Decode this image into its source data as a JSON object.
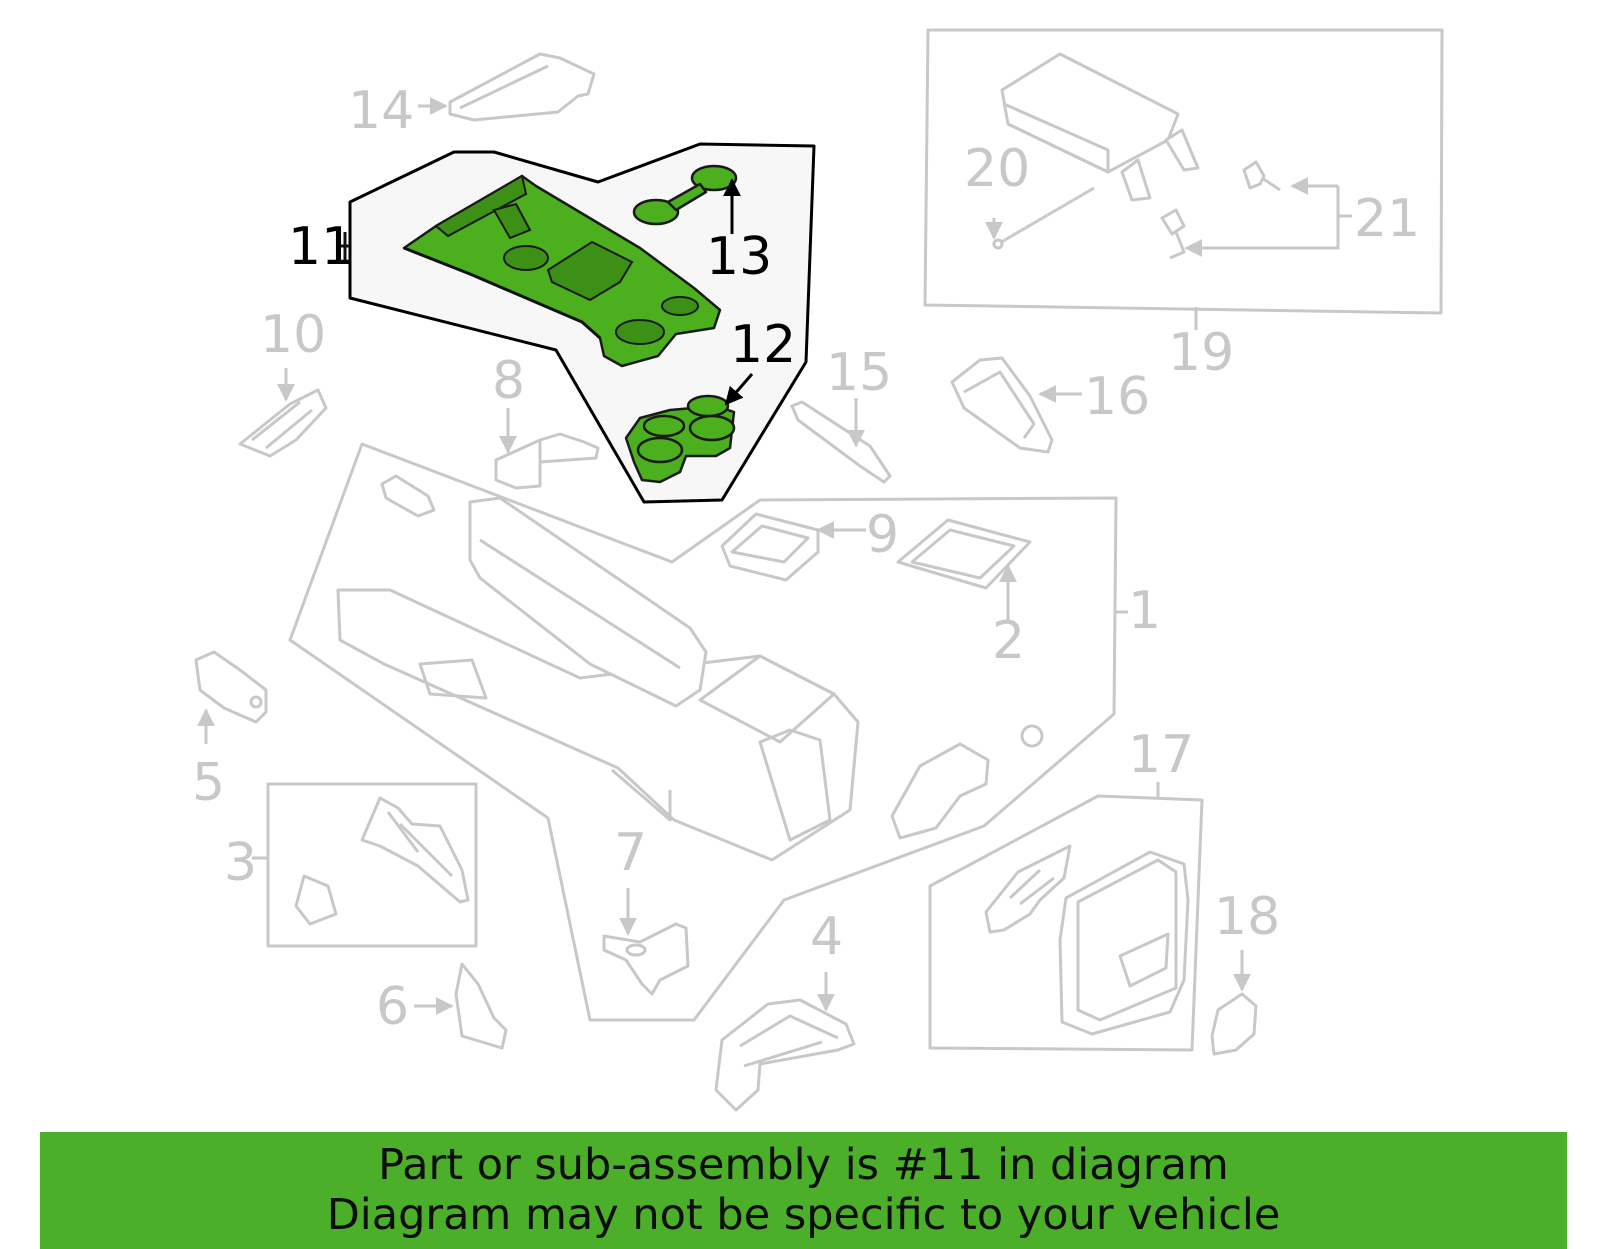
{
  "diagram": {
    "labels": {
      "l1": "1",
      "l2": "2",
      "l3": "3",
      "l4": "4",
      "l5": "5",
      "l6": "6",
      "l7": "7",
      "l8": "8",
      "l9": "9",
      "l10": "10",
      "l11": "11",
      "l12": "12",
      "l13": "13",
      "l14": "14",
      "l15": "15",
      "l16": "16",
      "l17": "17",
      "l18": "18",
      "l19": "19",
      "l20": "20",
      "l21": "21"
    },
    "highlighted_part": "11",
    "highlight_color": "#4caf1e",
    "outline_color": "#c8c8c8"
  },
  "banner": {
    "line1": "Part or sub-assembly is #11 in diagram",
    "line2": "Diagram may not be specific to your vehicle",
    "background": "#4caf2a"
  }
}
